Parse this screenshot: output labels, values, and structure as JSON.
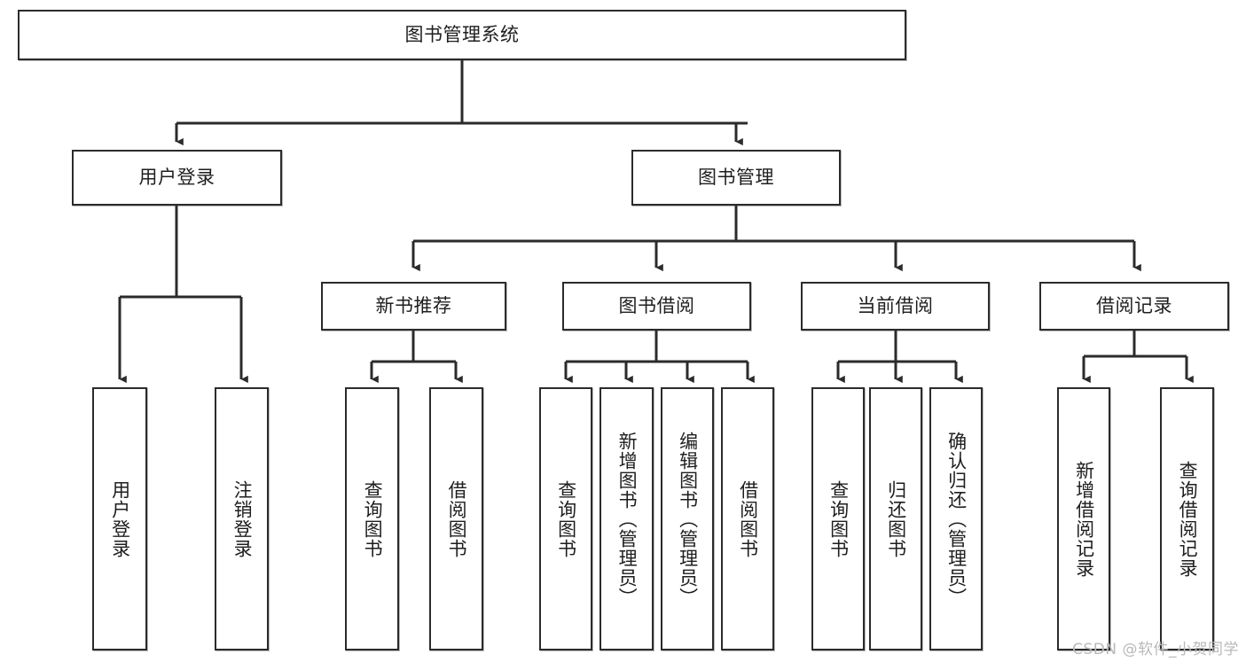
{
  "diagram": {
    "title": "图书管理系统",
    "type": "tree-hierarchy",
    "orientation": "top-down",
    "colors": {
      "node_border": "#2b2b2b",
      "node_fill": "#ffffff",
      "edge": "#2b2b2b",
      "text": "#1e1e1e",
      "watermark": "#b9b9b9",
      "background": "#ffffff"
    },
    "watermark": "CSDN @软件_小贺同学"
  },
  "nodes": {
    "root": {
      "label": "图书管理系统"
    },
    "level2": [
      {
        "label": "用户登录"
      },
      {
        "label": "图书管理"
      }
    ],
    "level3": [
      {
        "label": "新书推荐"
      },
      {
        "label": "图书借阅"
      },
      {
        "label": "当前借阅"
      },
      {
        "label": "借阅记录"
      }
    ],
    "leaves": {
      "user_login": [
        {
          "label": "用户登录"
        },
        {
          "label": "注销登录"
        }
      ],
      "new_book_recommend": [
        {
          "label": "查询图书"
        },
        {
          "label": "借阅图书"
        }
      ],
      "book_borrow": [
        {
          "label": "查询图书"
        },
        {
          "label": "新增图书（管理员）"
        },
        {
          "label": "编辑图书（管理员）"
        },
        {
          "label": "借阅图书"
        }
      ],
      "current_borrow": [
        {
          "label": "查询图书"
        },
        {
          "label": "归还图书"
        },
        {
          "label": "确认归还（管理员）"
        }
      ],
      "borrow_record": [
        {
          "label": "新增借阅记录"
        },
        {
          "label": "查询借阅记录"
        }
      ]
    }
  }
}
